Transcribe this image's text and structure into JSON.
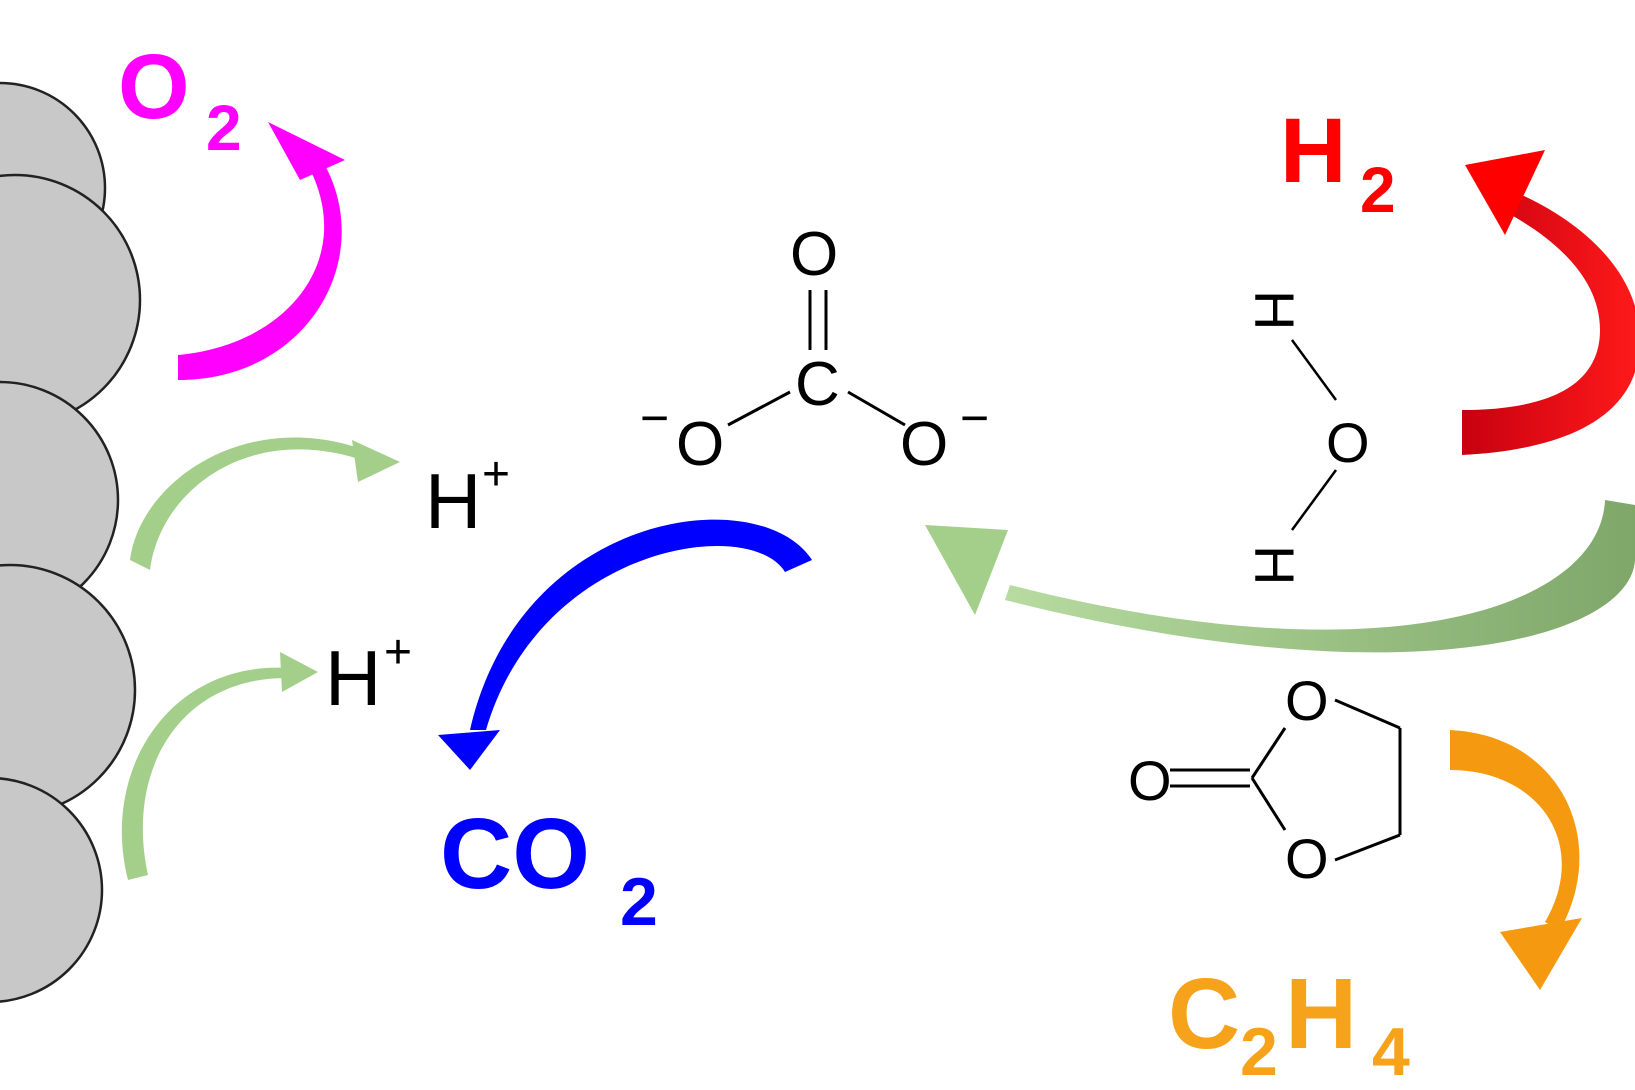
{
  "products": {
    "o2": {
      "main": "O",
      "sub": "2",
      "color": "#ff00ff"
    },
    "h2": {
      "main": "H",
      "sub": "2",
      "color": "#ff0000"
    },
    "co2": {
      "main": "CO",
      "sub": "2",
      "color": "#0000ff"
    },
    "c2h4": {
      "c": "C",
      "sub1": "2",
      "h": "H",
      "sub2": "4",
      "color": "#f7a21b"
    }
  },
  "protons": {
    "upper": {
      "main": "H",
      "sup": "+"
    },
    "lower": {
      "main": "H",
      "sup": "+"
    }
  },
  "carbonate": {
    "top_o": "O",
    "center_c": "C",
    "left_o": "O",
    "right_o": "O",
    "left_charge": "−",
    "right_charge": "−"
  },
  "water": {
    "h_top": "H",
    "o": "O",
    "h_bottom": "H"
  },
  "ethylene_carbonate": {
    "o_carbonyl": "O",
    "o_ring_top": "O",
    "o_ring_bottom": "O"
  },
  "colors": {
    "electrode": "#c8c8c8",
    "green_arrow": "#a3cf8a",
    "red_arrow": "#e3000f",
    "blue_arrow": "#0000ff",
    "magenta_arrow": "#ff00ff",
    "orange_arrow": "#f59a10"
  }
}
